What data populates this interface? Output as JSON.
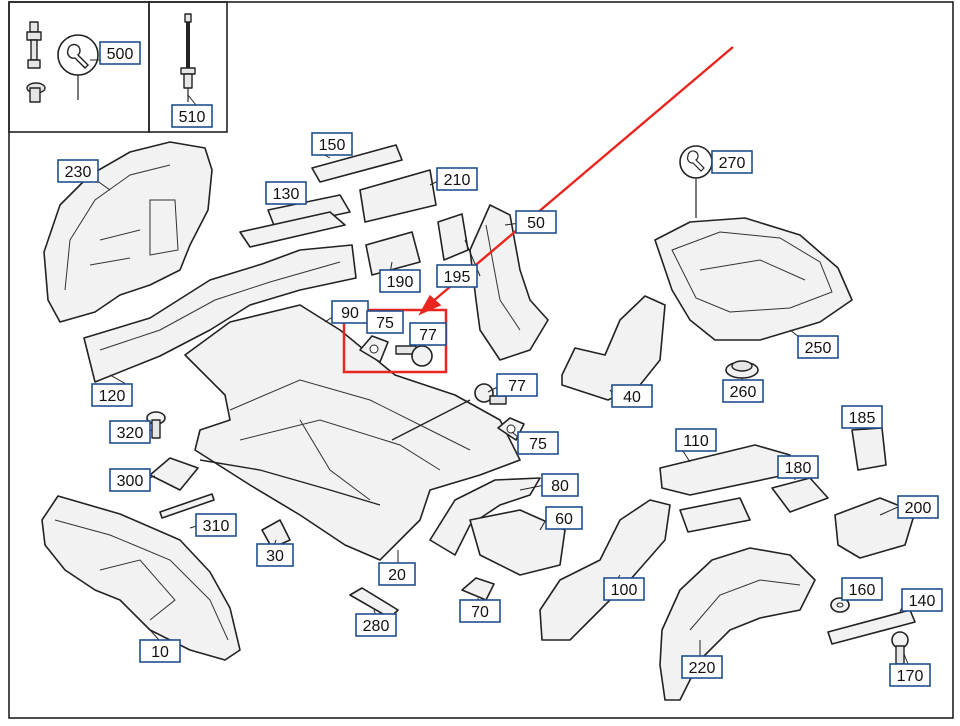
{
  "diagram": {
    "labels": [
      {
        "id": "500",
        "text": "500"
      },
      {
        "id": "510",
        "text": "510"
      },
      {
        "id": "230",
        "text": "230"
      },
      {
        "id": "150",
        "text": "150"
      },
      {
        "id": "130",
        "text": "130"
      },
      {
        "id": "210",
        "text": "210"
      },
      {
        "id": "270",
        "text": "270"
      },
      {
        "id": "50",
        "text": "50"
      },
      {
        "id": "190",
        "text": "190"
      },
      {
        "id": "195",
        "text": "195"
      },
      {
        "id": "90",
        "text": "90"
      },
      {
        "id": "75a",
        "text": "75"
      },
      {
        "id": "77a",
        "text": "77"
      },
      {
        "id": "120",
        "text": "120"
      },
      {
        "id": "77b",
        "text": "77"
      },
      {
        "id": "75b",
        "text": "75"
      },
      {
        "id": "40",
        "text": "40"
      },
      {
        "id": "260",
        "text": "260"
      },
      {
        "id": "250",
        "text": "250"
      },
      {
        "id": "320",
        "text": "320"
      },
      {
        "id": "110",
        "text": "110"
      },
      {
        "id": "185",
        "text": "185"
      },
      {
        "id": "300",
        "text": "300"
      },
      {
        "id": "80",
        "text": "80"
      },
      {
        "id": "180",
        "text": "180"
      },
      {
        "id": "200",
        "text": "200"
      },
      {
        "id": "310",
        "text": "310"
      },
      {
        "id": "60",
        "text": "60"
      },
      {
        "id": "30",
        "text": "30"
      },
      {
        "id": "20",
        "text": "20"
      },
      {
        "id": "100",
        "text": "100"
      },
      {
        "id": "160",
        "text": "160"
      },
      {
        "id": "140",
        "text": "140"
      },
      {
        "id": "70",
        "text": "70"
      },
      {
        "id": "280",
        "text": "280"
      },
      {
        "id": "10",
        "text": "10"
      },
      {
        "id": "220",
        "text": "220"
      },
      {
        "id": "170",
        "text": "170"
      }
    ],
    "highlight_color": "#e8261f",
    "label_border_color": "#1f4f8f"
  }
}
